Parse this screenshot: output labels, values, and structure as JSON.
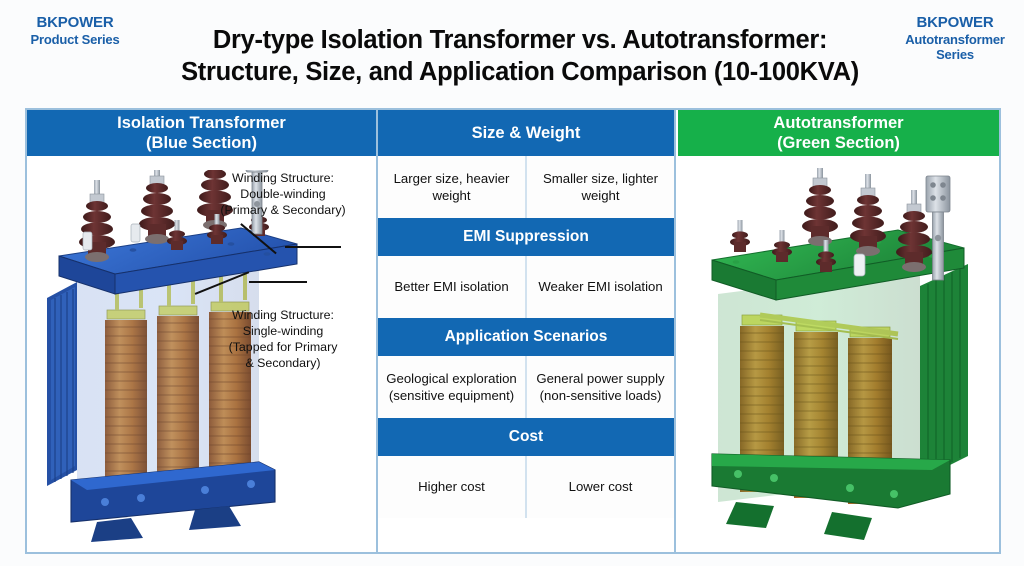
{
  "brand_left": {
    "name": "BKPOWER",
    "series": "Product Series"
  },
  "brand_right": {
    "name": "BKPOWER",
    "series_line1": "Autotransformer",
    "series_line2": "Series"
  },
  "title": {
    "line1": "Dry-type Isolation Transformer vs. Autotransformer:",
    "line2": "Structure, Size, and Application Comparison (10-100KVA)"
  },
  "left_section": {
    "title_line1": "Isolation Transformer",
    "title_line2": "(Blue Section)"
  },
  "right_section": {
    "title_line1": "Autotransformer",
    "title_line2": "(Green Section)"
  },
  "annotations": {
    "double_winding": {
      "line1": "Winding Structure:",
      "line2": "Double-winding",
      "line3": "(Primary & Secondary)"
    },
    "single_winding": {
      "line1": "Winding Structure:",
      "line2": "Single-winding",
      "line3": "(Tapped for Primary",
      "line4": "& Secondary)"
    }
  },
  "comparison": {
    "rows": [
      {
        "header": "Size & Weight",
        "left_line1": "Larger size,",
        "left_line2": "heavier weight",
        "right_line1": "Smaller size,",
        "right_line2": "lighter weight"
      },
      {
        "header": "EMI Suppression",
        "left_line1": "Better EMI",
        "left_line2": "isolation",
        "right_line1": "Weaker EMI",
        "right_line2": "isolation"
      },
      {
        "header": "Application Scenarios",
        "left_line1": "Geological exploration",
        "left_line2": "(sensitive equipment)",
        "right_line1": "General power supply",
        "right_line2": "(non-sensitive loads)"
      },
      {
        "header": "Cost",
        "left_line1": "Higher cost",
        "left_line2": "",
        "right_line1": "Lower cost",
        "right_line2": ""
      }
    ]
  },
  "colors": {
    "blue": "#1268b3",
    "green": "#16b04a",
    "brand_blue": "#1a5fa8",
    "frame_border": "#9cc0dd",
    "background": "#fbfcfd",
    "copper": "#c87a2a",
    "bushing_brown": "#5d2b2b",
    "hardware_gray": "#b9c0c8",
    "yellow_bar": "#e8e86a"
  }
}
